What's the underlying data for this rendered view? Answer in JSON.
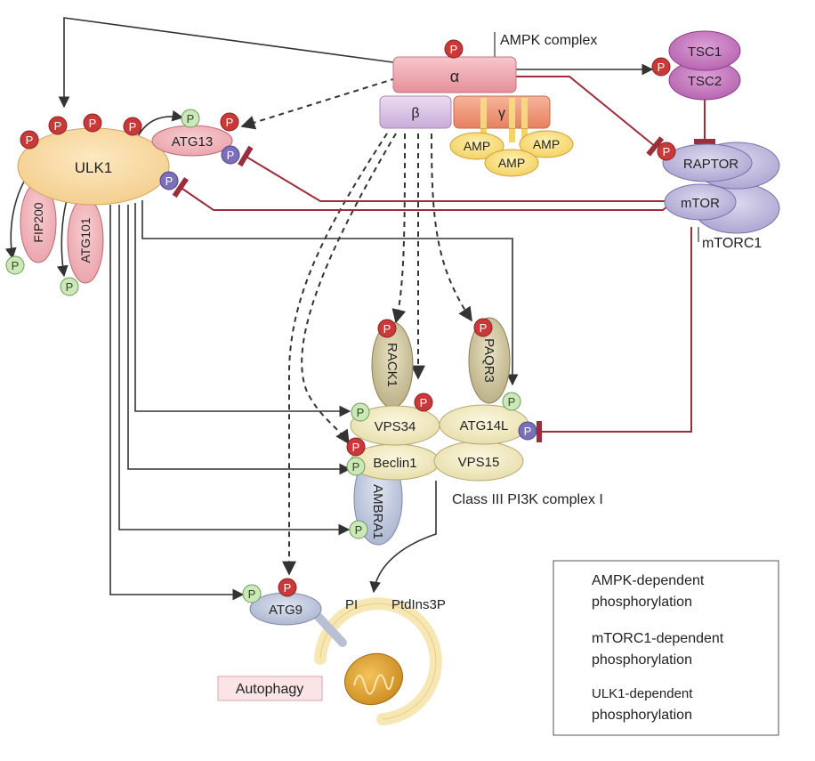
{
  "ampk": {
    "complex_label": "AMPK complex",
    "alpha": "α",
    "beta": "β",
    "gamma": "γ",
    "amp": [
      "AMP",
      "AMP",
      "AMP"
    ]
  },
  "tsc": {
    "tsc1": "TSC1",
    "tsc2": "TSC2"
  },
  "mtorc1": {
    "raptor": "RAPTOR",
    "mtor": "mTOR",
    "label": "mTORC1"
  },
  "ulk": {
    "ulk1": "ULK1",
    "atg13": "ATG13",
    "fip200": "FIP200",
    "atg101": "ATG101"
  },
  "pi3k": {
    "rack1": "RACK1",
    "paqr3": "PAQR3",
    "vps34": "VPS34",
    "atg14l": "ATG14L",
    "beclin1": "Beclin1",
    "vps15": "VPS15",
    "ambra1": "AMBRA1",
    "complex_label": "Class III PI3K complex I"
  },
  "atg9": {
    "label": "ATG9",
    "pi": "PI",
    "ptdins3p": "PtdIns3P"
  },
  "autophagy_label": "Autophagy",
  "phospho_letter": "P",
  "legend": {
    "items": [
      {
        "line1": "AMPK-dependent",
        "line2": "phosphorylation",
        "color": "#c9393a"
      },
      {
        "line1": "mTORC1-dependent",
        "line2": "phosphorylation",
        "color": "#7b6fb8"
      },
      {
        "line1": "ULK1-dependent",
        "line2": "phosphorylation",
        "color": "#cde8b8"
      }
    ]
  },
  "colors": {
    "ampk_red": "#c9393a",
    "mtorc1_purple": "#7b6fb8",
    "ulk1_green": "#cde8b8",
    "inhibition": "#9b2d3c"
  }
}
